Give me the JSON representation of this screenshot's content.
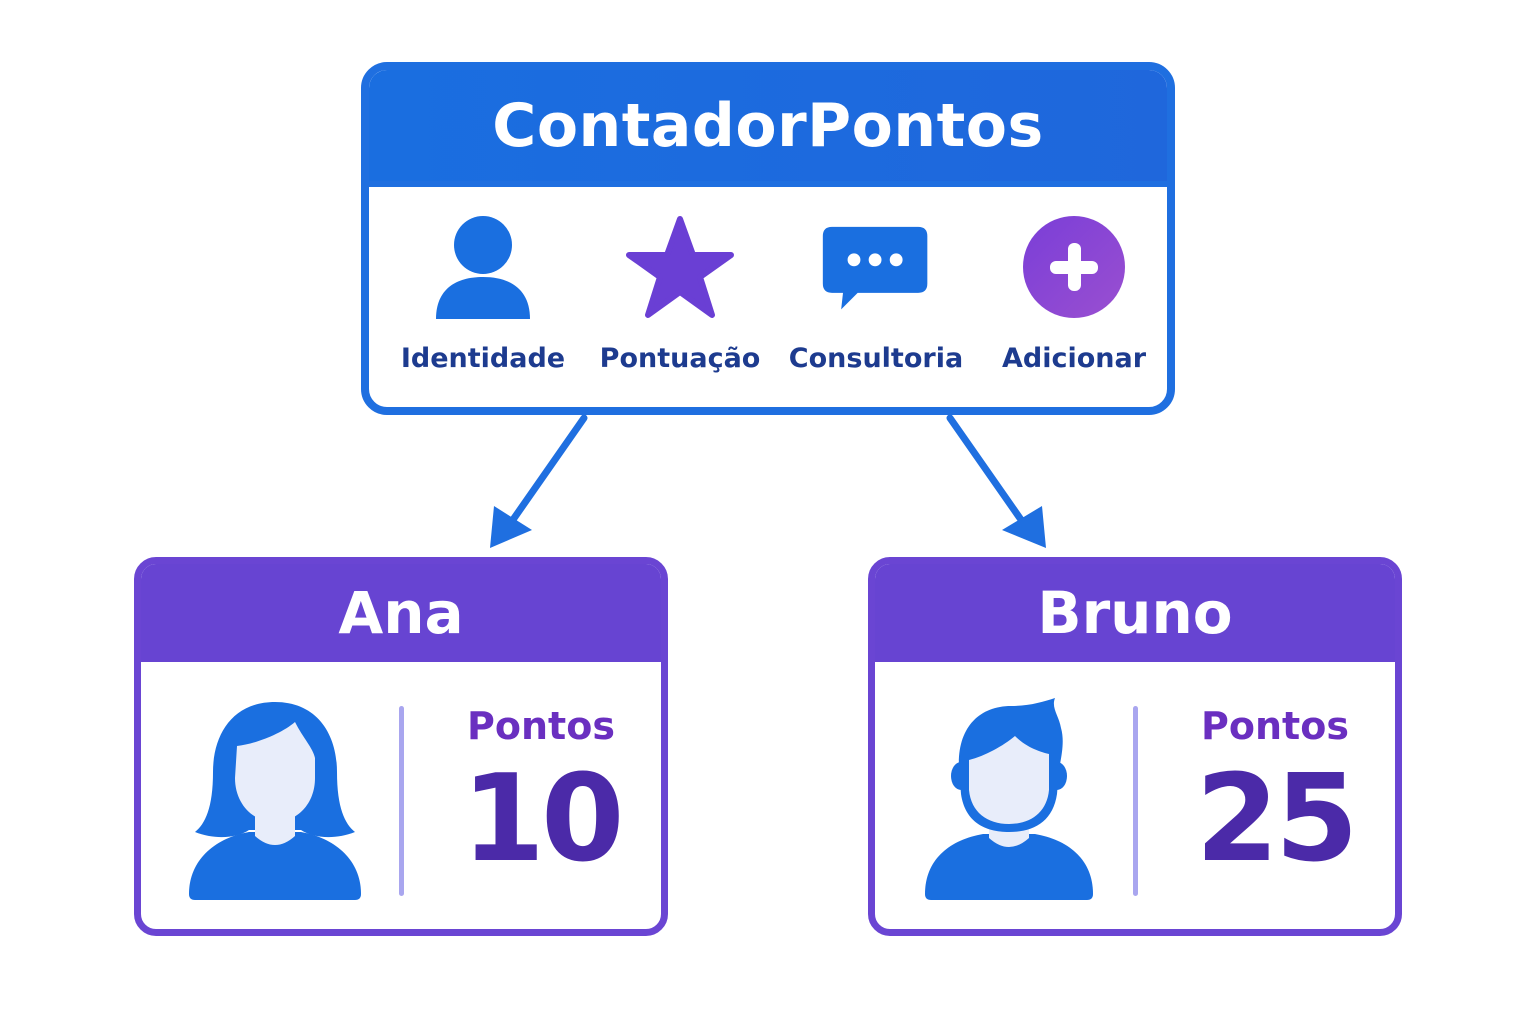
{
  "class_box": {
    "title": "ContadorPontos",
    "features": [
      {
        "label": "Identidade",
        "icon": "user-icon"
      },
      {
        "label": "Pontuação",
        "icon": "star-icon"
      },
      {
        "label": "Consultoria",
        "icon": "chat-bubble-icon"
      },
      {
        "label": "Adicionar",
        "icon": "plus-circle-icon"
      }
    ]
  },
  "objects": [
    {
      "name": "Ana",
      "points_label": "Pontos",
      "points": "10",
      "avatar": "female-avatar-icon"
    },
    {
      "name": "Bruno",
      "points_label": "Pontos",
      "points": "25",
      "avatar": "male-avatar-icon"
    }
  ],
  "colors": {
    "class_blue": "#1f6fe0",
    "object_purple": "#6744d2",
    "label_navy": "#1d3b8f",
    "points_purple": "#4b2aa8"
  }
}
